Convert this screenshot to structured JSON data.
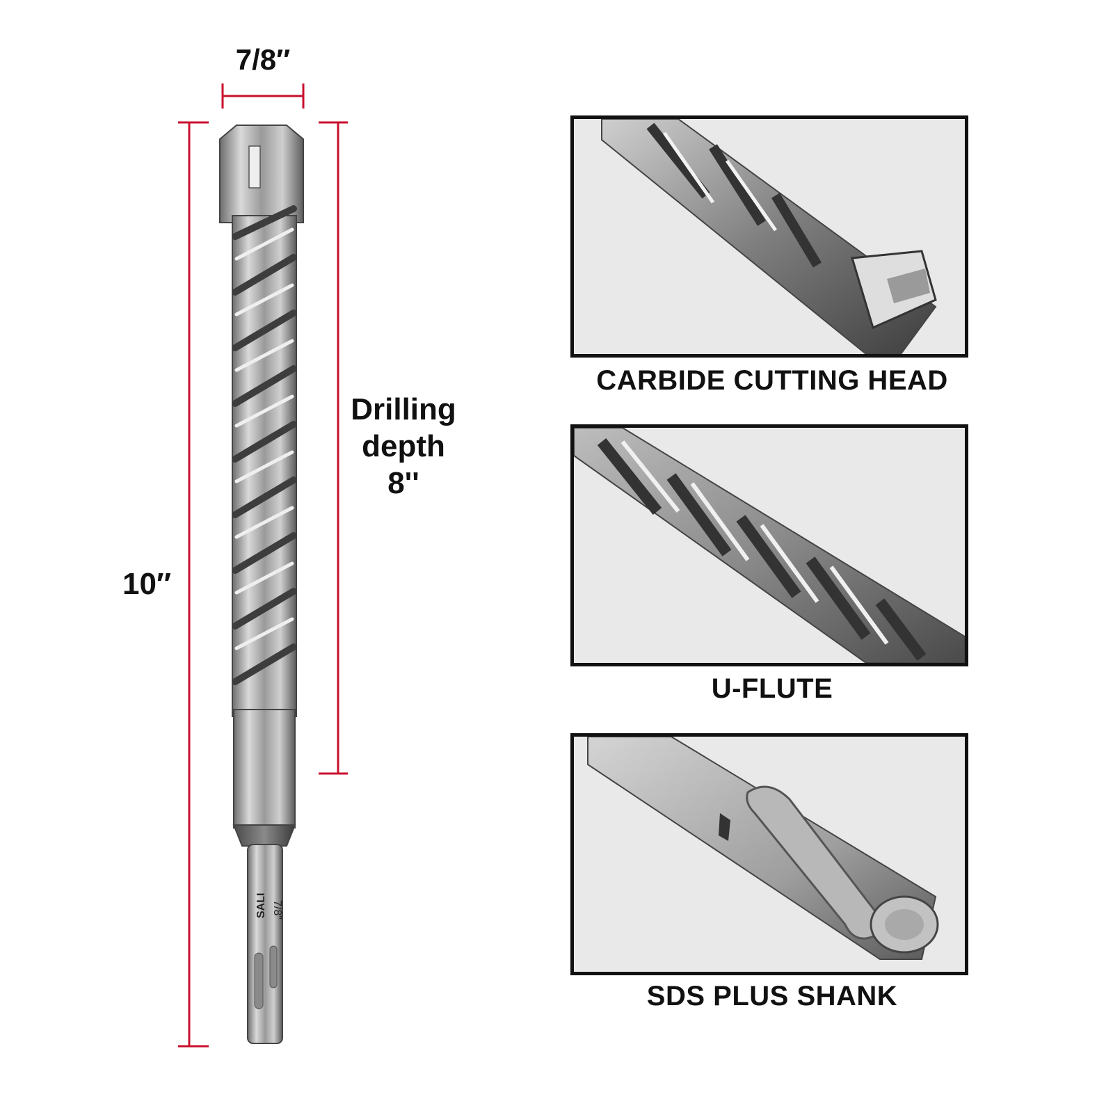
{
  "dimensions": {
    "width_label": "7/8″",
    "length_label": "10″",
    "drilling_depth_line1": "Drilling",
    "drilling_depth_line2": "depth",
    "drilling_depth_value": "8''"
  },
  "drill_bit": {
    "shank_brand": "SALI",
    "shank_size": "7/8\""
  },
  "features": [
    {
      "caption": "CARBIDE CUTTING HEAD",
      "image": "carbide-cutting-head-closeup"
    },
    {
      "caption": "U-FLUTE",
      "image": "u-flute-closeup"
    },
    {
      "caption": "SDS PLUS SHANK",
      "image": "sds-plus-shank-closeup"
    }
  ],
  "colors": {
    "dimension_line": "#c8102e",
    "panel_border": "#111111",
    "panel_background": "#e9e9e9",
    "steel": "#a8a8a8"
  }
}
